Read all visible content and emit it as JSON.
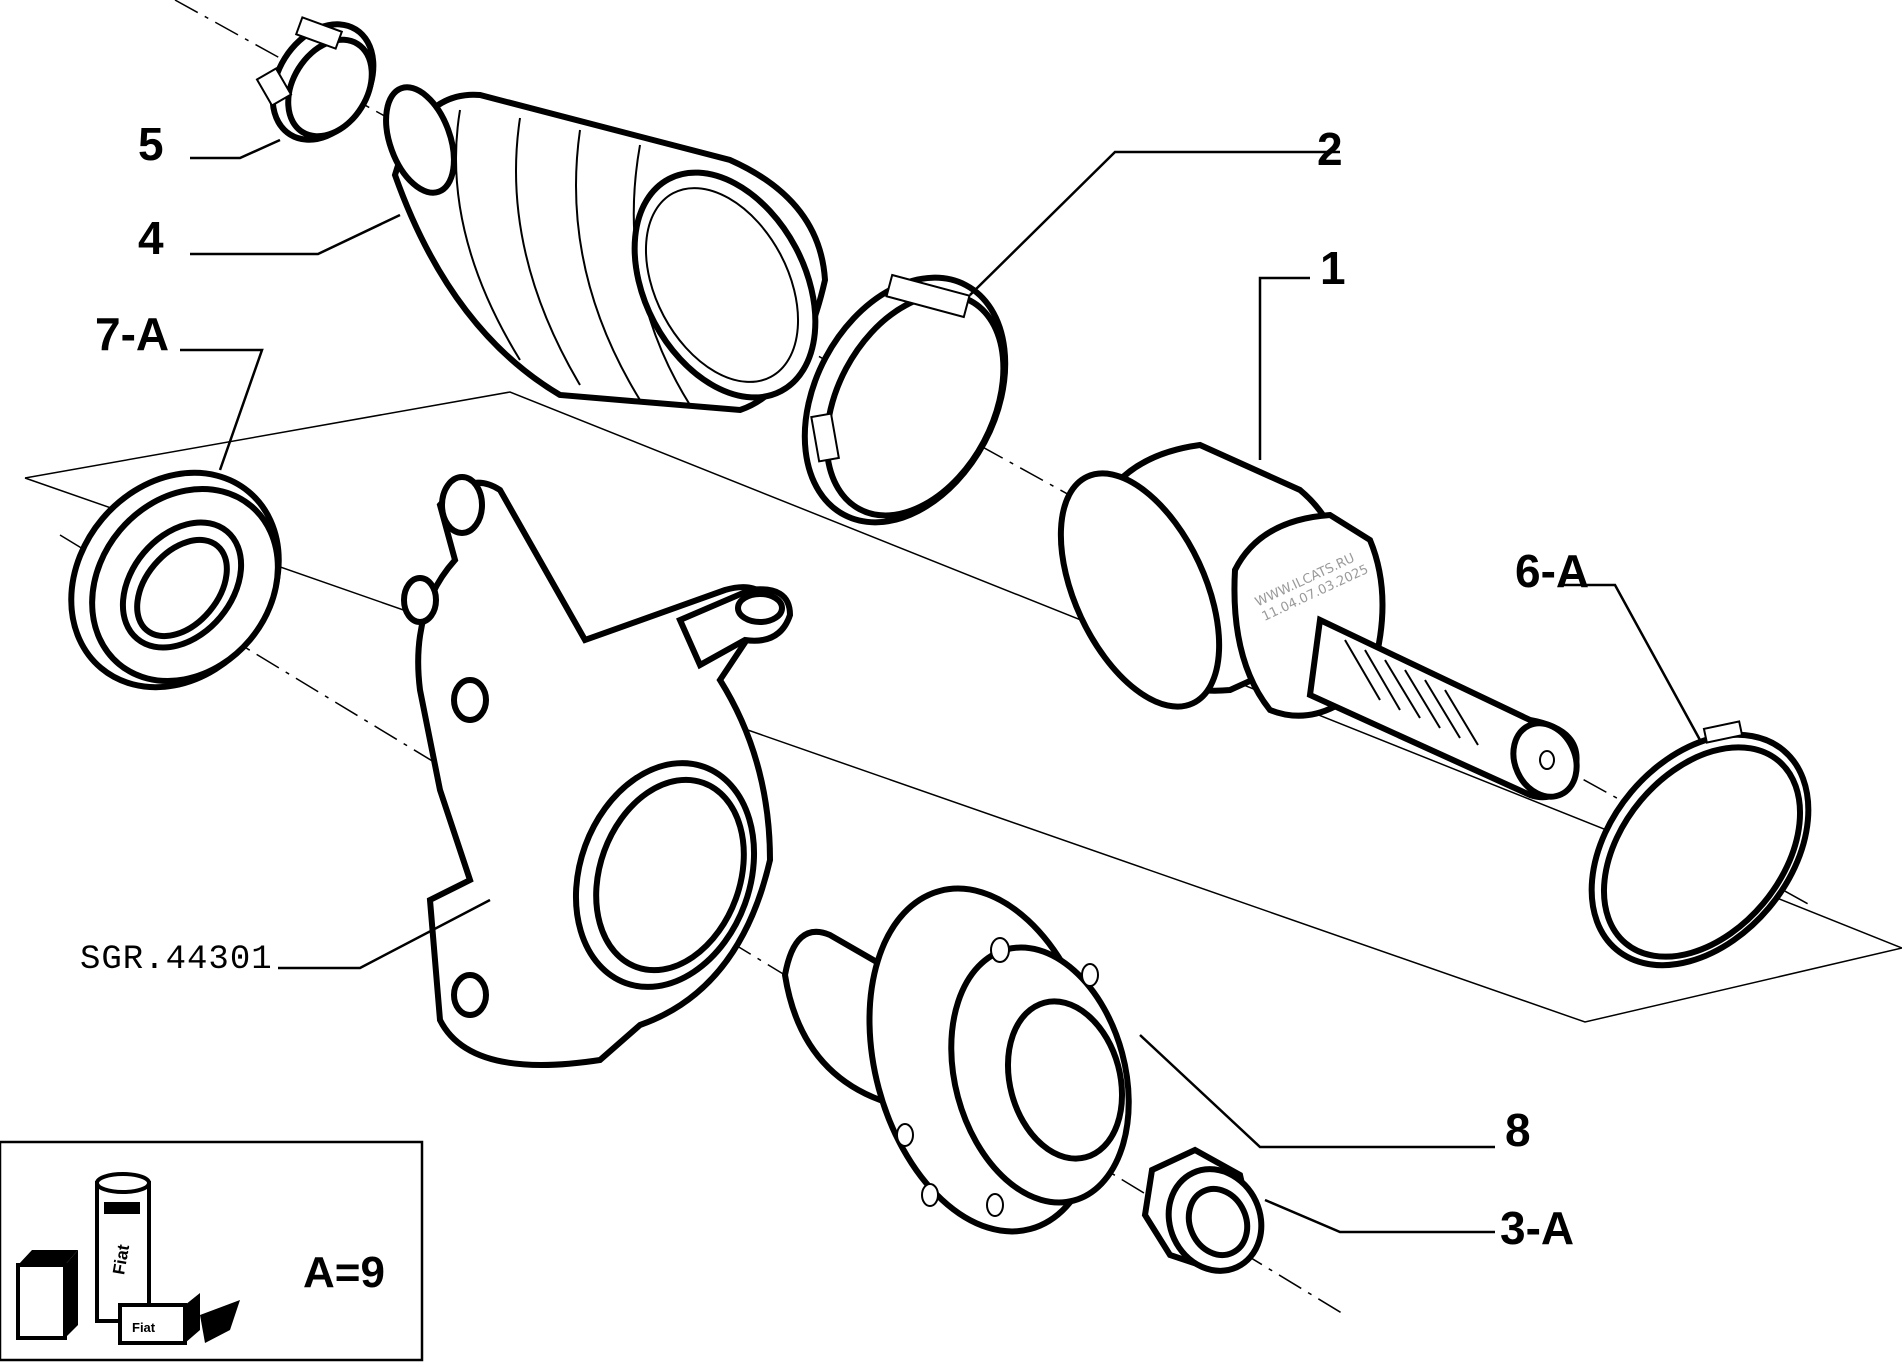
{
  "labels": {
    "part_5": "5",
    "part_4": "4",
    "part_2": "2",
    "part_1": "1",
    "part_7a": "7-A",
    "part_6a": "6-A",
    "part_8": "8",
    "part_3a": "3-A",
    "drawing_code": "SGR.44301"
  },
  "legend": {
    "formula": "A=9",
    "can_text": "Fiat",
    "box_text": "Fiat"
  },
  "watermark": {
    "line1": "WWW.ILCATS.RU",
    "line2": "11.04.07.03.2025"
  }
}
